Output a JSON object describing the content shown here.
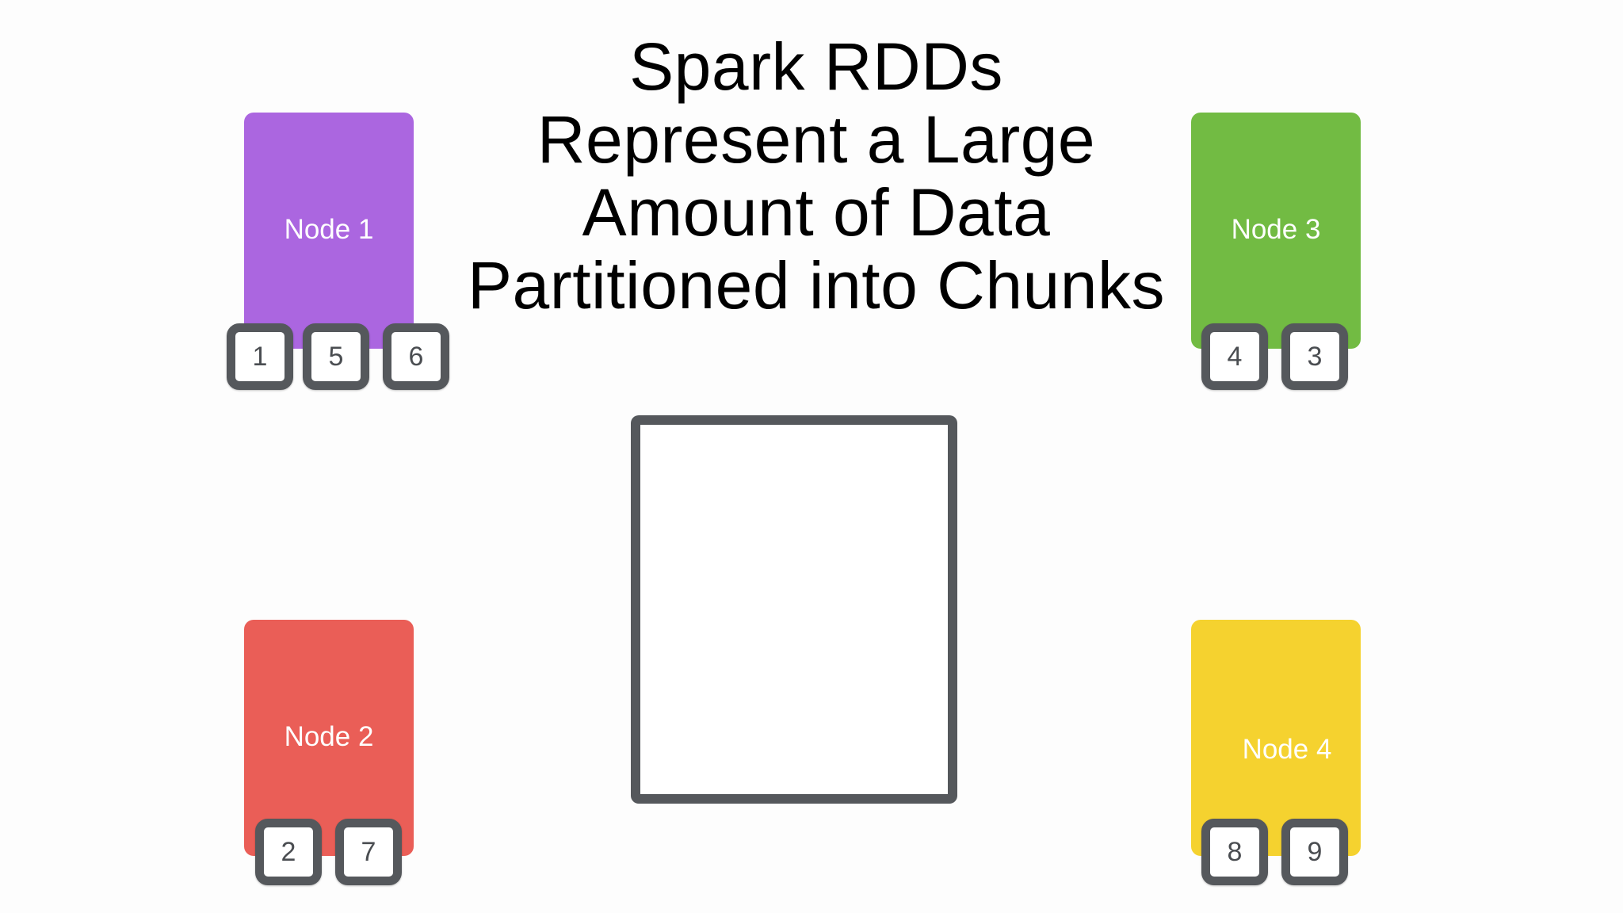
{
  "title_lines": [
    "Spark RDDs",
    "Represent a Large",
    "Amount of Data",
    "Partitioned into Chunks"
  ],
  "nodes": [
    {
      "label": "Node 1",
      "color": "#ab66e0",
      "chunks": [
        "1",
        "5",
        "6"
      ]
    },
    {
      "label": "Node 2",
      "color": "#ea5e57",
      "chunks": [
        "2",
        "7"
      ]
    },
    {
      "label": "Node 3",
      "color": "#72bb43",
      "chunks": [
        "4",
        "3"
      ]
    },
    {
      "label": "Node 4",
      "color": "#f5d22f",
      "chunks": [
        "8",
        "9"
      ]
    }
  ],
  "colors": {
    "chunk_border": "#55585c",
    "background": "#fdfdfd"
  }
}
